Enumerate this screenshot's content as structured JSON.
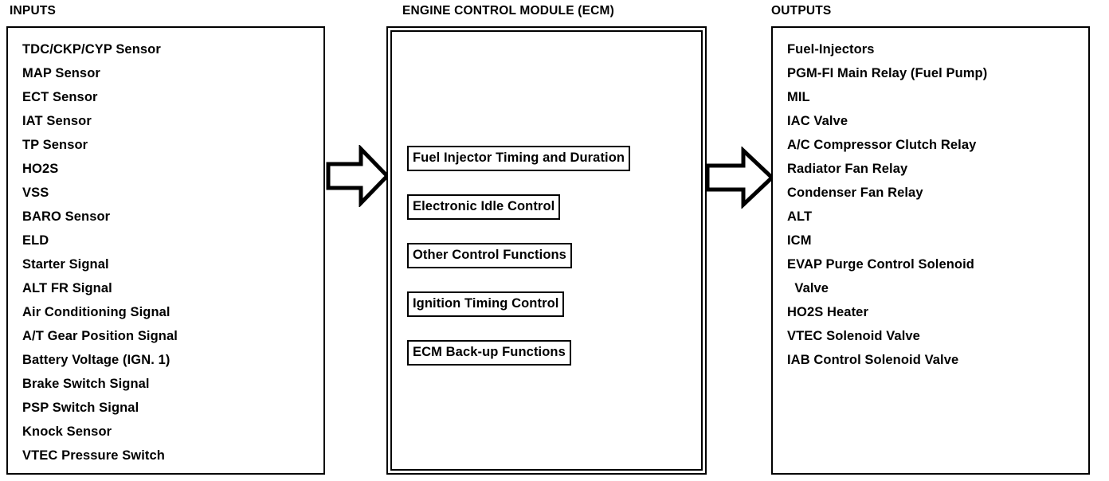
{
  "headings": {
    "inputs": "INPUTS",
    "ecm": "ENGINE CONTROL MODULE (ECM)",
    "outputs": "OUTPUTS"
  },
  "inputs": {
    "items": [
      "TDC/CKP/CYP Sensor",
      "MAP Sensor",
      "ECT Sensor",
      "IAT Sensor",
      "TP Sensor",
      "HO2S",
      "VSS",
      "BARO Sensor",
      "ELD",
      "Starter Signal",
      "ALT FR Signal",
      "Air Conditioning Signal",
      "A/T Gear Position Signal",
      "Battery Voltage (IGN. 1)",
      "Brake Switch Signal",
      "PSP Switch Signal",
      "Knock Sensor",
      "VTEC Pressure Switch"
    ]
  },
  "ecm": {
    "functions": [
      "Fuel Injector Timing and Duration",
      "Electronic Idle Control",
      "Other Control Functions",
      "Ignition Timing Control",
      "ECM Back-up Functions"
    ]
  },
  "outputs": {
    "items": [
      "Fuel-Injectors",
      "PGM-FI Main Relay (Fuel Pump)",
      "MIL",
      "IAC Valve",
      "A/C Compressor Clutch Relay",
      "Radiator Fan Relay",
      "Condenser Fan Relay",
      "ALT",
      "ICM",
      "EVAP Purge Control Solenoid",
      "  Valve",
      "HO2S Heater",
      "VTEC Solenoid Valve",
      "IAB Control Solenoid Valve"
    ]
  },
  "arrows": {
    "inputs_to_ecm": "arrow-right-icon",
    "ecm_to_outputs": "arrow-right-icon"
  },
  "colors": {
    "line": "#000000",
    "background": "#ffffff"
  }
}
